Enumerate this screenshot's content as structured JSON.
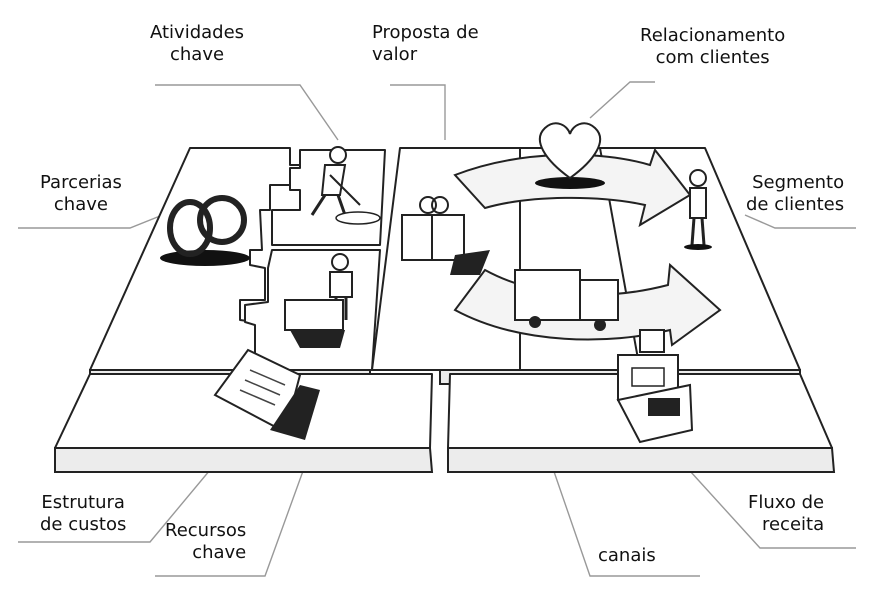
{
  "labels": {
    "key_activities": [
      "Atividades",
      "chave"
    ],
    "value_proposition": [
      "Proposta de",
      "valor"
    ],
    "customer_relationships": [
      "Relacionamento",
      "com clientes"
    ],
    "key_partners": [
      "Parcerias",
      "chave"
    ],
    "customer_segments": [
      "Segmento",
      "de clientes"
    ],
    "cost_structure": [
      "Estrutura",
      "de custos"
    ],
    "key_resources": [
      "Recursos",
      "chave"
    ],
    "channels": "canais",
    "revenue_streams": [
      "Fluxo de",
      "receita"
    ]
  },
  "icons": {
    "partners": "rings-icon",
    "activities": "person-digging-icon",
    "resources": "person-with-machine-icon",
    "value": "gift-box-icon",
    "relationship": "heart-icon",
    "segment": "standing-person-icon",
    "channels": "truck-icon",
    "costs": "invoice-document-icon",
    "revenue": "cash-register-icon"
  },
  "colors": {
    "line": "#222222",
    "leader": "#8a8a8a",
    "panel": "#ffffff",
    "side": "#e9e9e9"
  }
}
